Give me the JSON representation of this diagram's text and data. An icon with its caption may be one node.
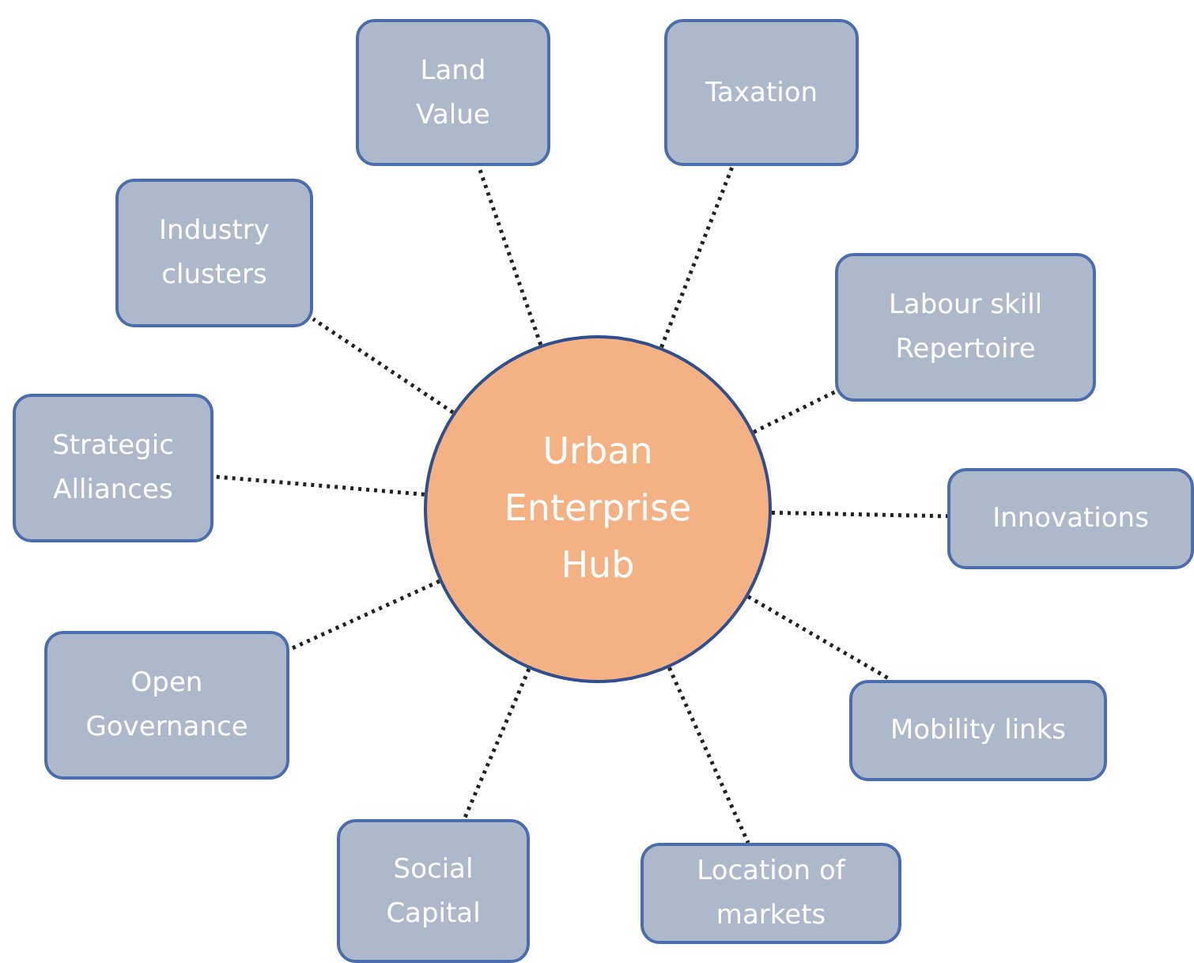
{
  "diagram": {
    "nodes": [
      {
        "text": [
          "Urban Enterprise Hub"
        ]
      },
      {
        "text": [
          "Land Value"
        ]
      },
      {
        "text": [
          "Taxation"
        ]
      },
      {
        "text": [
          "Industry clusters"
        ]
      },
      {
        "text": [
          "Labour skill Repertoire"
        ]
      },
      {
        "text": [
          "Strategic Alliances"
        ]
      },
      {
        "text": [
          "Innovations"
        ]
      },
      {
        "text": [
          "Open Governance"
        ]
      },
      {
        "text": [
          "Mobility links"
        ]
      },
      {
        "text": [
          "Social Capital"
        ]
      },
      {
        "text": [
          "Location of markets"
        ]
      }
    ],
    "edges": [
      {
        "from": 0,
        "to": 1,
        "arrow": "none"
      },
      {
        "from": 0,
        "to": 2,
        "arrow": "none"
      },
      {
        "from": 0,
        "to": 3,
        "arrow": "none"
      },
      {
        "from": 0,
        "to": 4,
        "arrow": "none"
      },
      {
        "from": 0,
        "to": 5,
        "arrow": "none"
      },
      {
        "from": 0,
        "to": 6,
        "arrow": "none"
      },
      {
        "from": 0,
        "to": 7,
        "arrow": "none"
      },
      {
        "from": 0,
        "to": 8,
        "arrow": "none"
      },
      {
        "from": 0,
        "to": 9,
        "arrow": "none"
      },
      {
        "from": 0,
        "to": 10,
        "arrow": "none"
      }
    ]
  }
}
